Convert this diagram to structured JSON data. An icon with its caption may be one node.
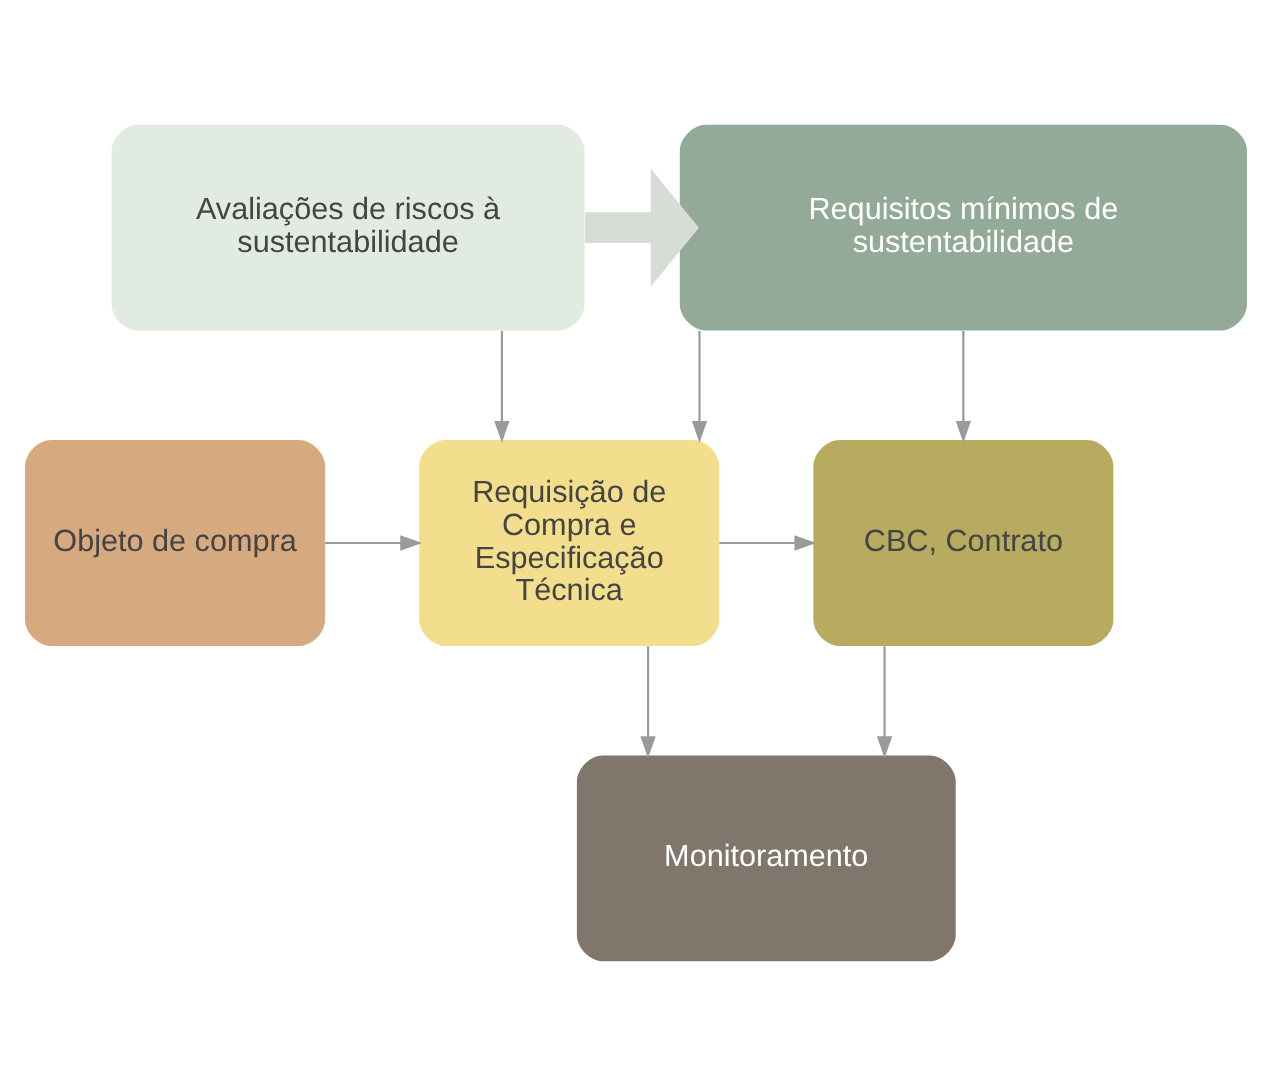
{
  "diagram": {
    "nodes": [
      {
        "text": [
          "Avaliações de riscos à sustentabilidade"
        ]
      },
      {
        "text": [
          "Requisitos mínimos de sustentabilidade"
        ]
      },
      {
        "text": [
          "Objeto de compra"
        ]
      },
      {
        "text": [
          "Requisição de Compra e Especificação Técnica"
        ]
      },
      {
        "text": [
          "CBC, Contrato"
        ]
      },
      {
        "text": [
          "Monitoramento"
        ]
      }
    ],
    "edges": [
      {
        "from": 0,
        "to": 1,
        "arrow": "to",
        "style": "thick",
        "color": "#d7dcd7"
      },
      {
        "from": 0,
        "to": 3,
        "arrow": "to"
      },
      {
        "from": 1,
        "to": 3,
        "arrow": "to"
      },
      {
        "from": 1,
        "to": 4,
        "arrow": "to"
      },
      {
        "from": 2,
        "to": 3,
        "arrow": "to"
      },
      {
        "from": 3,
        "to": 4,
        "arrow": "to"
      },
      {
        "from": 3,
        "to": 5,
        "arrow": "to"
      },
      {
        "from": 4,
        "to": 5,
        "arrow": "to"
      }
    ]
  }
}
